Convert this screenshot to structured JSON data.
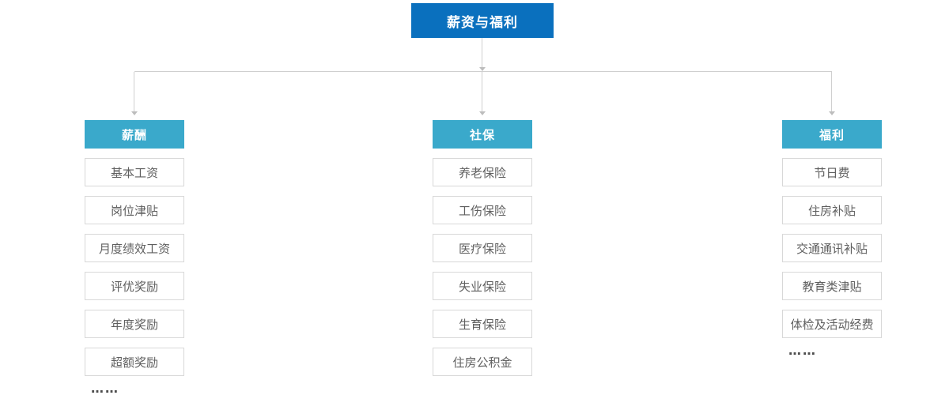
{
  "root": {
    "label": "薪资与福利"
  },
  "columns": [
    {
      "header": "薪酬",
      "items": [
        "基本工资",
        "岗位津贴",
        "月度绩效工资",
        "评优奖励",
        "年度奖励",
        "超额奖励"
      ],
      "ellipsis": "……"
    },
    {
      "header": "社保",
      "items": [
        "养老保险",
        "工伤保险",
        "医疗保险",
        "失业保险",
        "生育保险",
        "住房公积金"
      ],
      "ellipsis": ""
    },
    {
      "header": "福利",
      "items": [
        "节日费",
        "住房补贴",
        "交通通讯补贴",
        "教育类津贴",
        "体检及活动经费"
      ],
      "ellipsis": "……"
    }
  ],
  "colors": {
    "root_bg": "#0a70be",
    "header_bg": "#3aa9cb",
    "item_border": "#d8d8d8",
    "item_text": "#5f5f5f",
    "line": "#cfcfcf",
    "dots": "#4d4d4d"
  }
}
